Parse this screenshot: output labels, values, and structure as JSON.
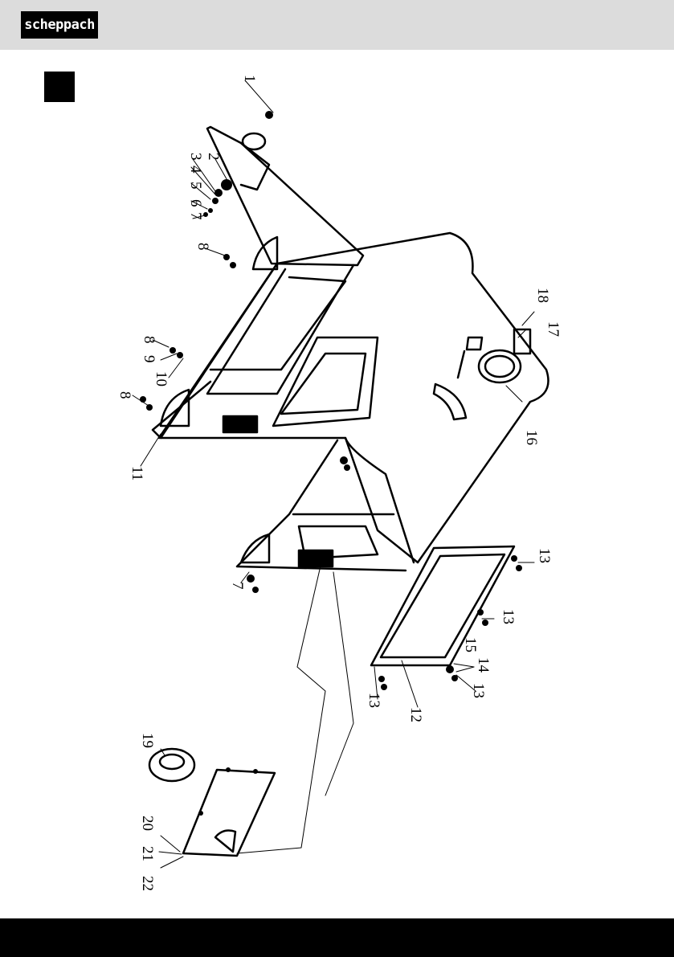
{
  "brand": {
    "logo_text": "scheppach"
  },
  "diagram": {
    "callouts": [
      "1",
      "2",
      "3",
      "4",
      "5",
      "6",
      "7",
      "8",
      "8",
      "9",
      "10",
      "8",
      "11",
      "7",
      "13",
      "13",
      "15",
      "14",
      "13",
      "13",
      "12",
      "16",
      "17",
      "18",
      "19",
      "20",
      "21",
      "22"
    ]
  }
}
